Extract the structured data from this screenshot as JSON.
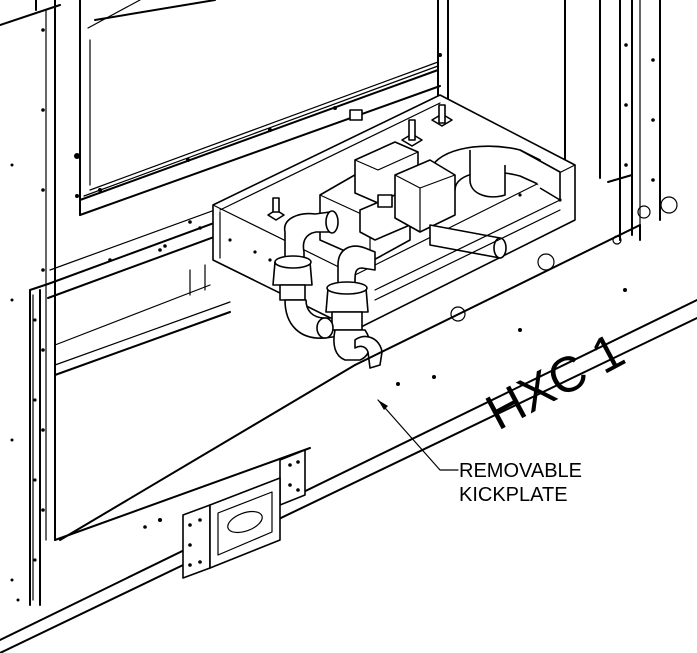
{
  "unit_label": "HXC 1",
  "callout": {
    "line1": "REMOVABLE",
    "line2": "KICKPLATE"
  }
}
